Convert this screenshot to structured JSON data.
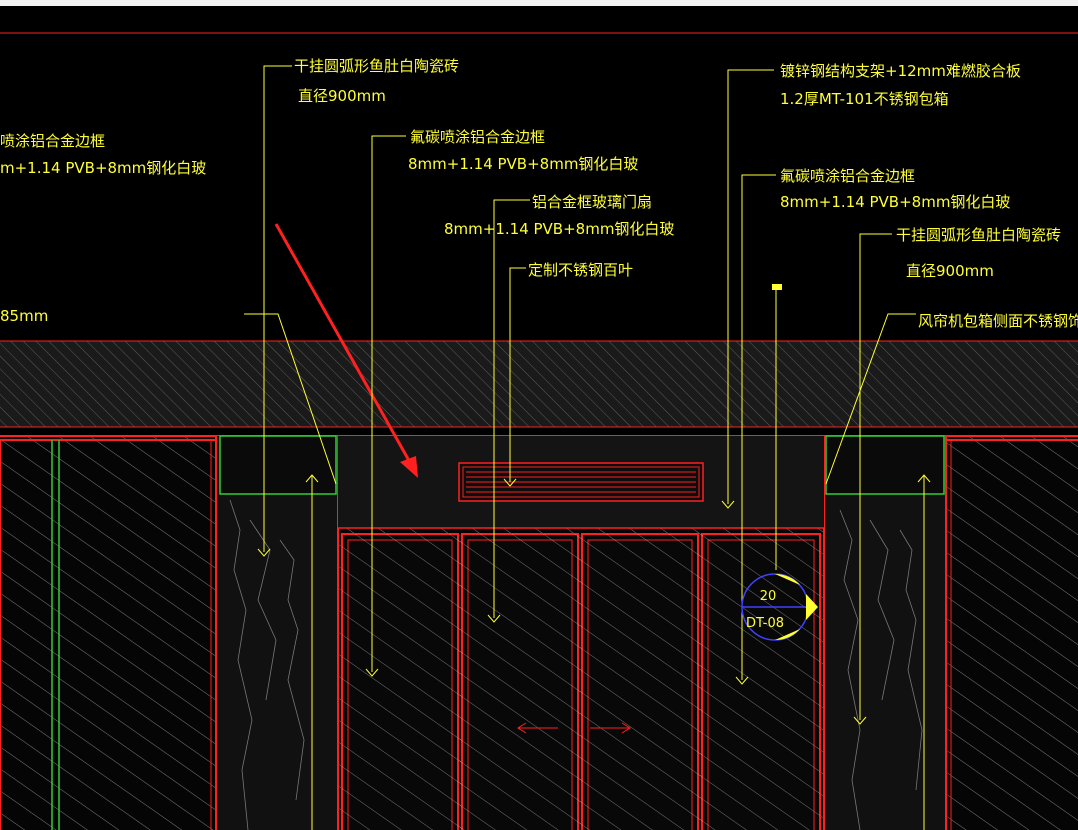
{
  "notes": {
    "n1_line1": "干挂圆弧形鱼肚白陶瓷砖",
    "n1_line2": "直径900mm",
    "n2_line1": "镀锌钢结构支架+12mm难燃胶合板",
    "n2_line2": "1.2厚MT-101不锈钢包箱",
    "n3_line1": "喷涂铝合金边框",
    "n3_line2": "m+1.14 PVB+8mm钢化白玻",
    "n4_line1": "氟碳喷涂铝合金边框",
    "n4_line2": "8mm+1.14 PVB+8mm钢化白玻",
    "n5_line1": "铝合金框玻璃门扇",
    "n5_line2": "8mm+1.14 PVB+8mm钢化白玻",
    "n6_line1": "氟碳喷涂铝合金边框",
    "n6_line2": "8mm+1.14 PVB+8mm钢化白玻",
    "n7_line1": "定制不锈钢百叶",
    "n8_line1": "干挂圆弧形鱼肚白陶瓷砖",
    "n8_line2": "直径900mm",
    "n9_line1": "85mm",
    "n10_line1": "风帘机包箱侧面不锈钢饰面"
  },
  "section_marker": {
    "number": "20",
    "ref": "DT-08"
  },
  "colors": {
    "background": "#000000",
    "annotation": "#ffff33",
    "outline": "#ff2020",
    "hatch": "#d8d8d8",
    "green": "#33cc33",
    "marker": "#4040ff"
  }
}
